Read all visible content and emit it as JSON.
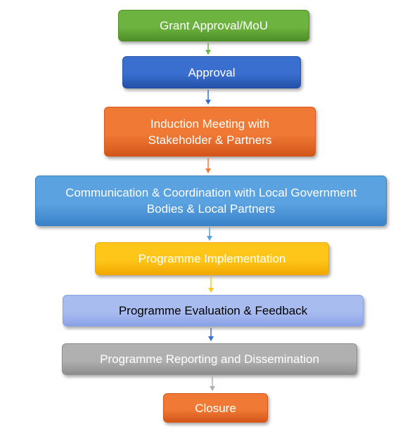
{
  "flowchart": {
    "steps": [
      {
        "id": "grant-approval",
        "label": "Grant Approval/MoU",
        "color": "#6db33f",
        "color_dark": "#4e8f28"
      },
      {
        "id": "approval",
        "label": "Approval",
        "color": "#3a6fd0",
        "color_dark": "#2451a8"
      },
      {
        "id": "induction-meeting",
        "label": "Induction Meeting with\nStakeholder & Partners",
        "color": "#f07a35",
        "color_dark": "#d4561a"
      },
      {
        "id": "communication-coordination",
        "label": "Communication & Coordination with Local Government\nBodies & Local Partners",
        "color": "#5aa2e0",
        "color_dark": "#3a82c8"
      },
      {
        "id": "programme-implementation",
        "label": "Programme  Implementation",
        "color": "#ffc61a",
        "color_dark": "#f0a800"
      },
      {
        "id": "programme-evaluation",
        "label": "Programme  Evaluation  &  Feedback",
        "color": "#a9bcf0",
        "color_dark": "#8aa2e6"
      },
      {
        "id": "programme-reporting",
        "label": "Programme Reporting and Dissemination",
        "color": "#b0b0b0",
        "color_dark": "#8e8e8e"
      },
      {
        "id": "closure",
        "label": "Closure",
        "color": "#f07a35",
        "color_dark": "#d4561a"
      }
    ],
    "arrows": [
      {
        "from": "grant-approval",
        "to": "approval",
        "color": "#6db33f"
      },
      {
        "from": "approval",
        "to": "induction-meeting",
        "color": "#3a6fd0"
      },
      {
        "from": "induction-meeting",
        "to": "communication-coordination",
        "color": "#f07a35"
      },
      {
        "from": "communication-coordination",
        "to": "programme-implementation",
        "color": "#5aa2e0"
      },
      {
        "from": "programme-implementation",
        "to": "programme-evaluation",
        "color": "#ffc61a"
      },
      {
        "from": "programme-evaluation",
        "to": "programme-reporting",
        "color": "#3a6fd0"
      },
      {
        "from": "programme-reporting",
        "to": "closure",
        "color": "#b0b0b0"
      }
    ]
  }
}
